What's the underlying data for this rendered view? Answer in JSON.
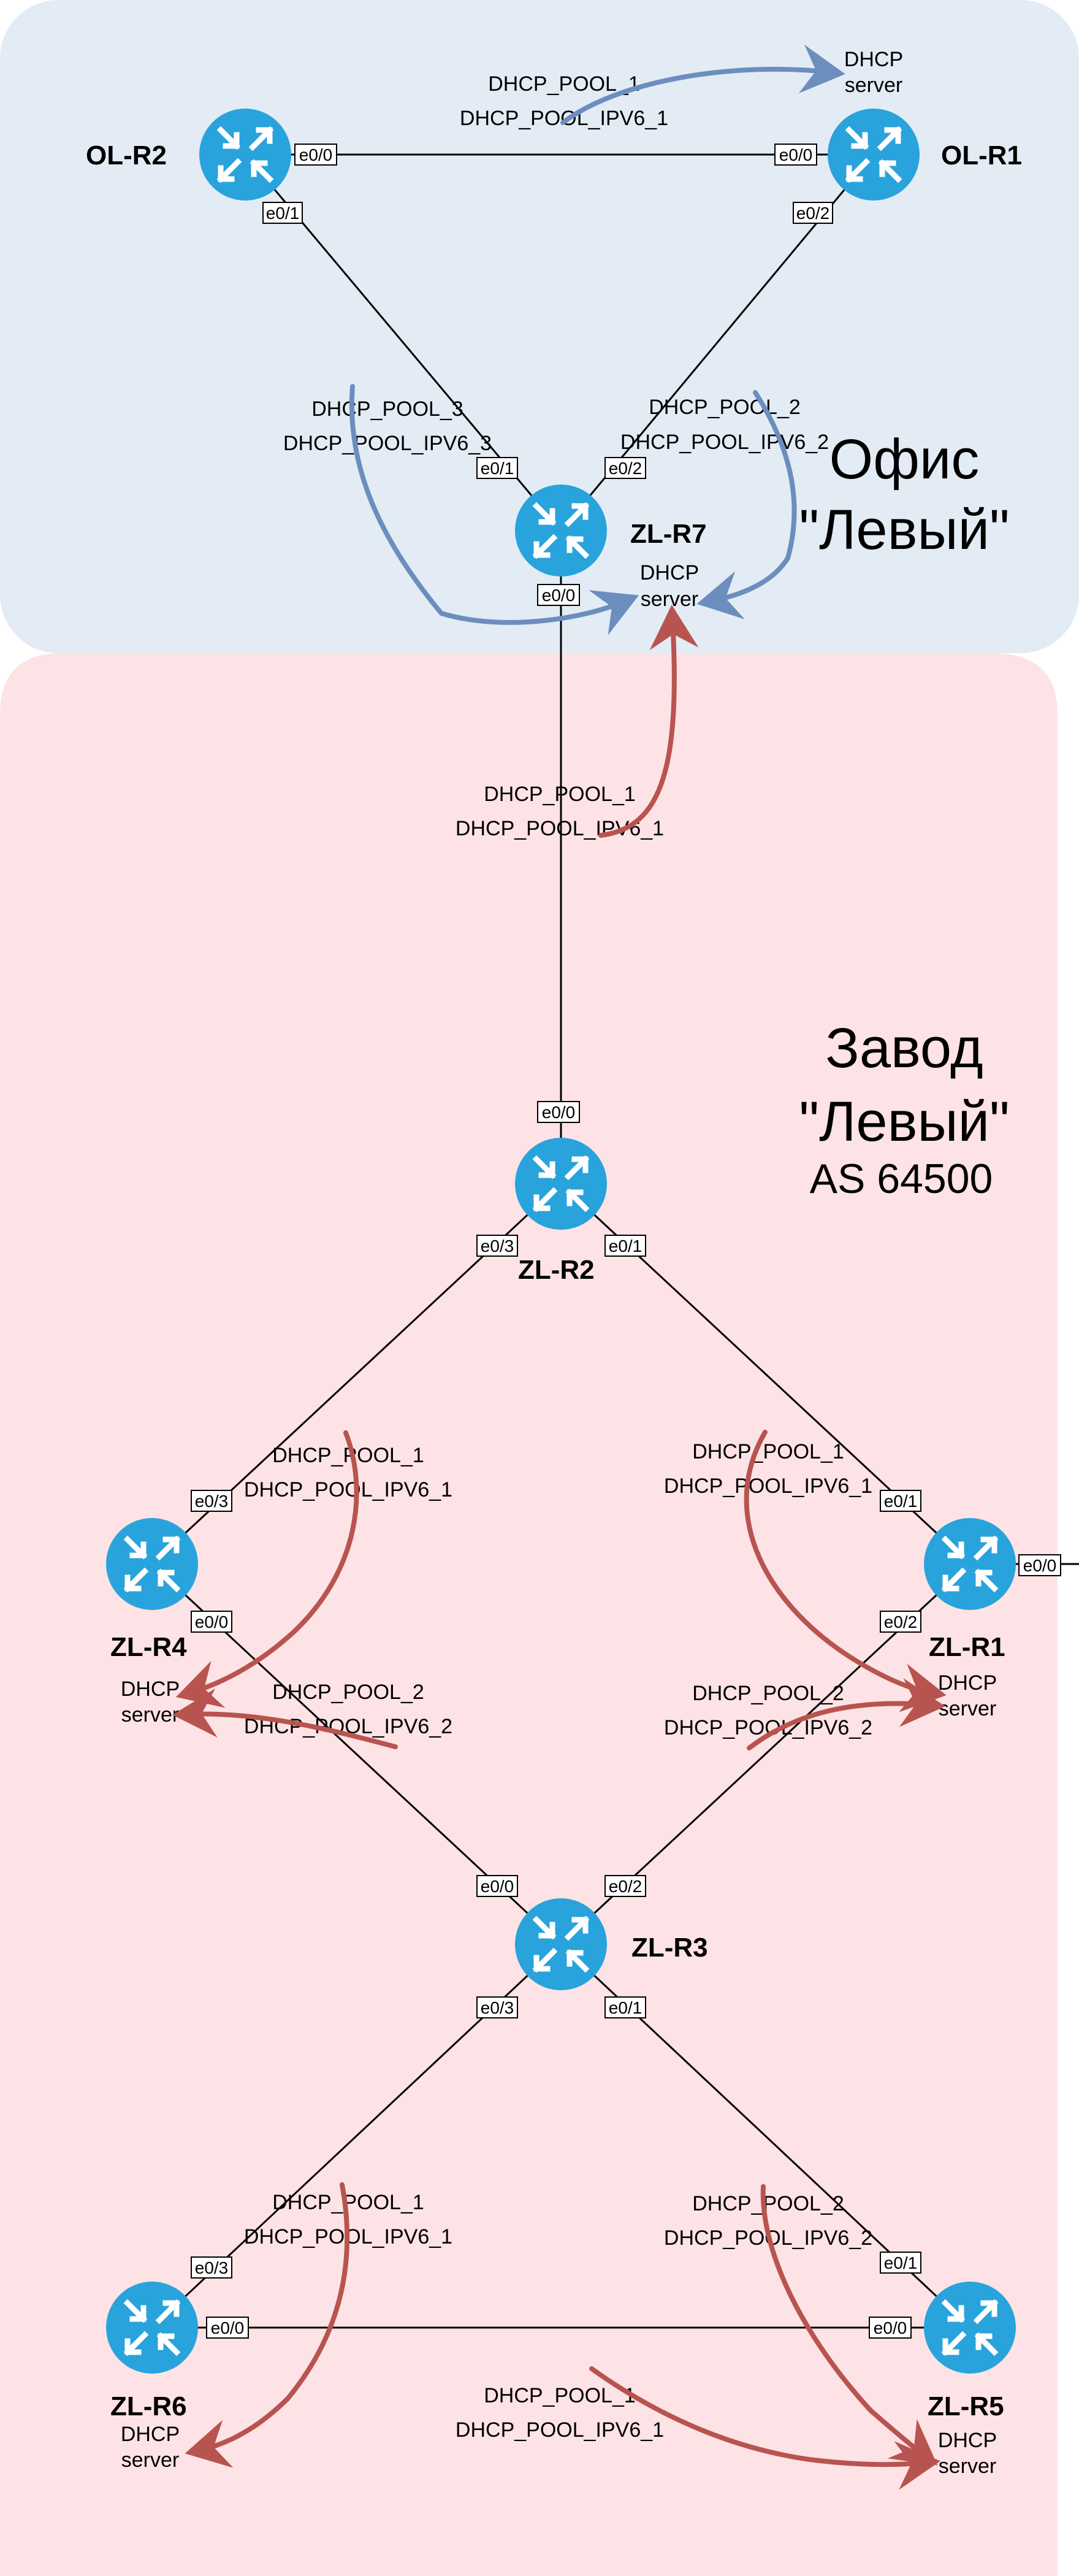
{
  "colors": {
    "office_bg": "#e3ecf4",
    "plant_bg": "#fde3e5",
    "router": "#29a3dc",
    "router_arrows": "#ffffff",
    "office_arrow": "#6c8ebf",
    "plant_arrow": "#b85450",
    "link": "#000000"
  },
  "zones": {
    "office": {
      "title_line1": "Офис",
      "title_line2": "\"Левый\""
    },
    "plant": {
      "title_line1": "Завод",
      "title_line2": "\"Левый\"",
      "as_number": "AS 64500"
    }
  },
  "routers": {
    "ol_r2": "OL-R2",
    "ol_r1": "OL-R1",
    "zl_r7": "ZL-R7",
    "zl_r2": "ZL-R2",
    "zl_r4": "ZL-R4",
    "zl_r1": "ZL-R1",
    "zl_r3": "ZL-R3",
    "zl_r6": "ZL-R6",
    "zl_r5": "ZL-R5"
  },
  "router_icon": "router-icon",
  "interfaces": {
    "ol_r2_e0_0": "e0/0",
    "ol_r2_e0_1": "e0/1",
    "ol_r1_e0_0": "e0/0",
    "ol_r1_e0_2": "e0/2",
    "zl_r7_e0_1": "e0/1",
    "zl_r7_e0_2": "e0/2",
    "zl_r7_e0_0": "e0/0",
    "zl_r2_e0_0": "e0/0",
    "zl_r2_e0_3": "e0/3",
    "zl_r2_e0_1": "e0/1",
    "zl_r4_e0_3": "e0/3",
    "zl_r4_e0_0": "e0/0",
    "zl_r1_e0_1": "e0/1",
    "zl_r1_e0_0": "e0/0",
    "zl_r1_e0_2": "e0/2",
    "zl_r3_e0_0": "e0/0",
    "zl_r3_e0_2": "e0/2",
    "zl_r3_e0_3": "e0/3",
    "zl_r3_e0_1": "e0/1",
    "zl_r6_e0_3": "e0/3",
    "zl_r6_e0_0": "e0/0",
    "zl_r5_e0_0": "e0/0",
    "zl_r5_e0_1": "e0/1"
  },
  "dhcp_servers": {
    "line1": "DHCP",
    "line2": "server"
  },
  "pools": {
    "olr2_olr1": {
      "v4": "DHCP_POOL_1",
      "v6": "DHCP_POOL_IPV6_1"
    },
    "olr2_zlr7": {
      "v4": "DHCP_POOL_3",
      "v6": "DHCP_POOL_IPV6_3"
    },
    "olr1_zlr7": {
      "v4": "DHCP_POOL_2",
      "v6": "DHCP_POOL_IPV6_2"
    },
    "zlr7_zlr2": {
      "v4": "DHCP_POOL_1",
      "v6": "DHCP_POOL_IPV6_1"
    },
    "zlr2_zlr4": {
      "v4": "DHCP_POOL_1",
      "v6": "DHCP_POOL_IPV6_1"
    },
    "zlr2_zlr1": {
      "v4": "DHCP_POOL_1",
      "v6": "DHCP_POOL_IPV6_1"
    },
    "zlr4_zlr3": {
      "v4": "DHCP_POOL_2",
      "v6": "DHCP_POOL_IPV6_2"
    },
    "zlr1_zlr3": {
      "v4": "DHCP_POOL_2",
      "v6": "DHCP_POOL_IPV6_2"
    },
    "zlr3_zlr6": {
      "v4": "DHCP_POOL_1",
      "v6": "DHCP_POOL_IPV6_1"
    },
    "zlr3_zlr5": {
      "v4": "DHCP_POOL_2",
      "v6": "DHCP_POOL_IPV6_2"
    },
    "zlr6_zlr5": {
      "v4": "DHCP_POOL_1",
      "v6": "DHCP_POOL_IPV6_1"
    }
  }
}
